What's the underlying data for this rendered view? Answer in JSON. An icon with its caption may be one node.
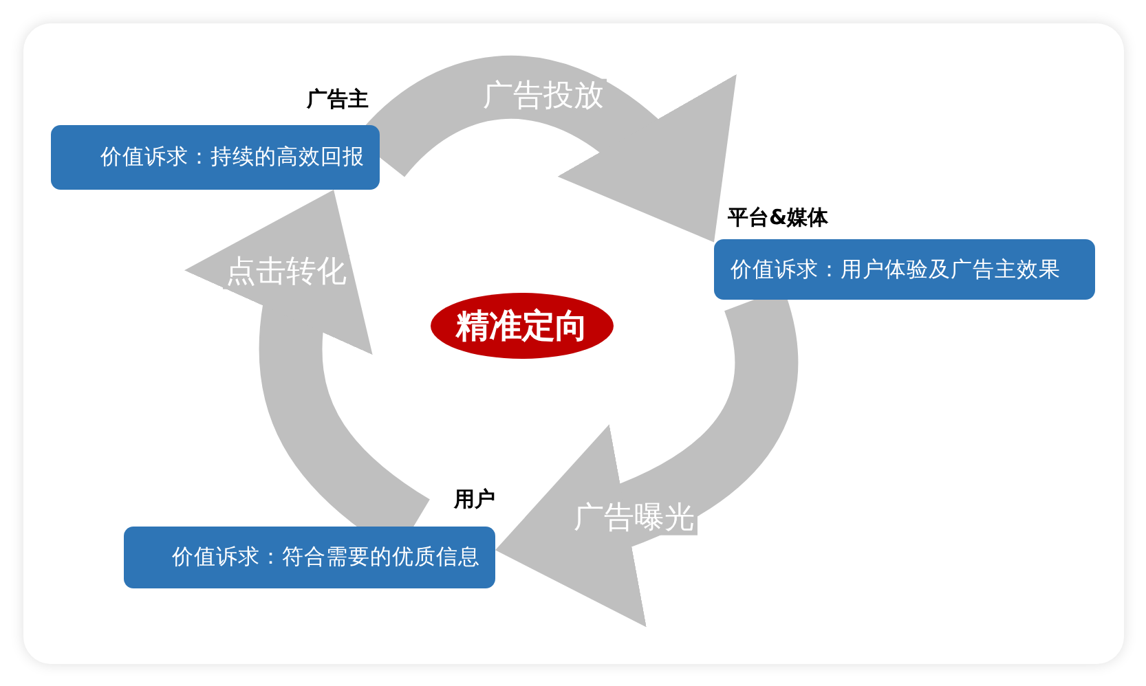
{
  "diagram": {
    "nodes": [
      {
        "text": [
          "广告主",
          "价值诉求：持续的高效回报"
        ]
      },
      {
        "text": [
          "平台&媒体",
          "价值诉求：用户体验及广告主效果"
        ]
      },
      {
        "text": [
          "用户",
          "价值诉求：符合需要的优质信息"
        ]
      },
      {
        "text": [
          "精准定向"
        ]
      }
    ],
    "edges": [
      {
        "from": 0,
        "to": 1,
        "arrow": "to",
        "label": "广告投放"
      },
      {
        "from": 1,
        "to": 2,
        "arrow": "to",
        "label": "广告曝光"
      },
      {
        "from": 2,
        "to": 0,
        "arrow": "to",
        "label": "点击转化"
      }
    ]
  }
}
